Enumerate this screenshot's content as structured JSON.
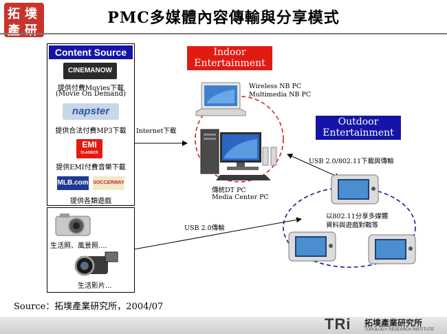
{
  "title": "PMC多媒體內容傳輸與分享模式",
  "logo_tl": [
    "拓",
    "墣",
    "產",
    "研"
  ],
  "content_source": {
    "header": "Content Source",
    "items": [
      {
        "brand": "CINEMANOW",
        "brand_sub": "",
        "label_1": "提供付費Movies下載",
        "label_2": "(Movie On Demand)"
      },
      {
        "brand": "napster",
        "label_1": "提供合法付費MP3下載"
      },
      {
        "brand": "EMI",
        "brand_sub": "CLASSICS",
        "label_1": "提供EMI付費音樂下載"
      },
      {
        "brand": "MLB.com",
        "brand_2": "SOCCERWAY",
        "label_1": "提供各類遊戲"
      }
    ]
  },
  "personal": {
    "label_1": "生活照、風景照....",
    "label_2": "生活影片..."
  },
  "indoor": {
    "line1": "Indoor",
    "line2": "Entertainment"
  },
  "outdoor": {
    "line1": "Outdoor",
    "line2": "Entertainment"
  },
  "labels": {
    "internet": "Internet下載",
    "nb_1": "Wireless NB  PC",
    "nb_2": "Multimedia NB PC",
    "dt_1": "傳統DT PC",
    "dt_2": "Media Center PC",
    "usb_wifi": "USB 2.0/802.11下載與傳輸",
    "share_1": "以802.11分享多媒體",
    "share_2": "資料與遊戲對戰等",
    "usb": "USB 2.0傳輸"
  },
  "source": "Source：拓墣產業研究所，2004/07",
  "footer": {
    "mark": "TRi",
    "cn": "拓墣產業研究所",
    "en": "TOPOLOGY RESEARCH INSTITUTE"
  },
  "colors": {
    "blue": "#1414a8",
    "red": "#e21b12",
    "navy_dash": "#1a1a8c",
    "red_dash": "#d32222"
  }
}
